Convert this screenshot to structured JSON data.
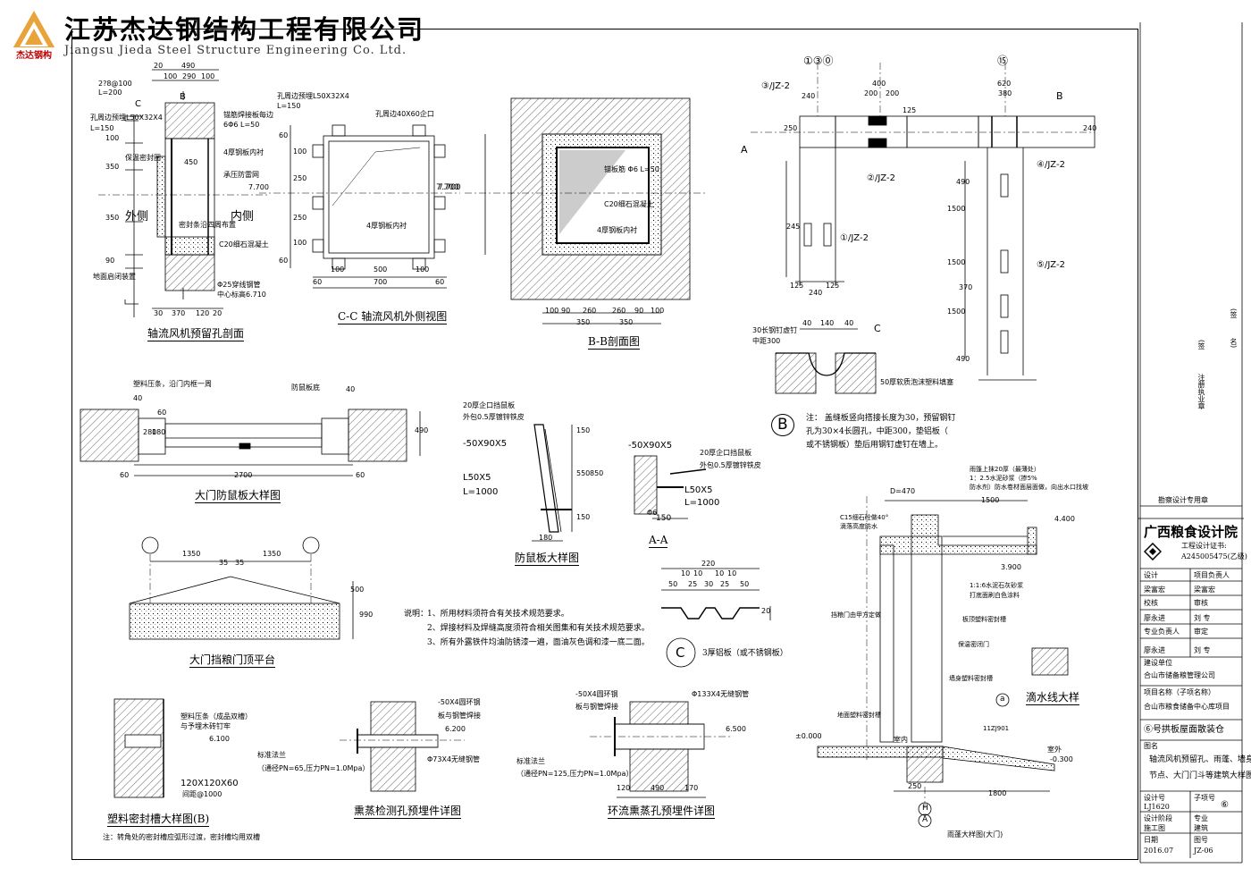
{
  "brand": {
    "name_cn": "江苏杰达钢结构工程有限公司",
    "name_en": "Jiangsu Jieda Steel Structure Engineering Co. Ltd.",
    "logo_caption": "杰达钢构",
    "logo_color": "#e8a33a",
    "accent_color": "#c00000"
  },
  "drawings": {
    "fan_section": {
      "title": "轴流风机预留孔剖面",
      "labels": [
        "2?8@100",
        "L=200",
        "孔周边预埋L50X32X4",
        "L=150",
        "锚筋焊接板每边",
        "6Φ6 L=50",
        "4厚钢板内衬",
        "承压防雷网",
        "保温密封圈",
        "密封条沿四周布置",
        "C20细石混凝土",
        "Φ25穿线钢管",
        "中心标高6.710",
        "地面启闭装置",
        "外侧",
        "内侧",
        "7.700",
        "B",
        "C"
      ],
      "dims": [
        "20",
        "490",
        "100",
        "290",
        "100",
        "450",
        "350",
        "350",
        "90",
        "100",
        "30",
        "370",
        "120",
        "20"
      ]
    },
    "fan_view": {
      "title": "C-C 轴流风机外侧视图",
      "labels": [
        "孔周边预埋L50X32X4",
        "L=150",
        "孔周边40X60企口",
        "4厚钢板内衬",
        "7.700"
      ],
      "dims": [
        "60",
        "100",
        "250",
        "250",
        "100",
        "60",
        "100",
        "500",
        "100",
        "60",
        "700",
        "60"
      ]
    },
    "bb_section": {
      "title": "B-B剖面图",
      "labels": [
        "锚板筋 Φ6 L=50",
        "C20细石混凝土",
        "4厚钢板内衬",
        "7.700"
      ],
      "dims": [
        "100",
        "90",
        "260",
        "260",
        "90",
        "100",
        "350",
        "350"
      ]
    },
    "plan_detail": {
      "labels": [
        "①③⓪",
        "⑮",
        "B",
        "A",
        "③/JZ-2",
        "②/JZ-2",
        "①/JZ-2",
        "④/JZ-2",
        "⑤/JZ-2"
      ],
      "dims": [
        "240",
        "250",
        "400",
        "200",
        "200",
        "620",
        "240",
        "380",
        "125",
        "490",
        "245",
        "1500",
        "1500",
        "370",
        "1500",
        "490",
        "125",
        "240",
        "125"
      ]
    },
    "joint_detail": {
      "labels": [
        "30长钢钉虚钉",
        "中距300",
        "50厚软质泡沫塑料填塞",
        "C"
      ],
      "dims": [
        "40",
        "140",
        "40"
      ]
    },
    "note_b": {
      "symbol": "B",
      "lines": [
        "注： 盖缝板竖向搭接长度为30，预留钢钉",
        "孔为30×4长圆孔，中距300，垫铝板（",
        "或不锈钢板）垫后用钢钉虚钉在墙上。"
      ]
    },
    "rat_plate": {
      "title": "大门防鼠板大样图",
      "labels": [
        "塑料压条，沿门内框一周",
        "防鼠板底"
      ],
      "dims": [
        "40",
        "40",
        "280",
        "180",
        "60",
        "60",
        "60",
        "2700",
        "490"
      ]
    },
    "rat_plate_detail": {
      "title": "防鼠板大样图",
      "labels": [
        "20厚企口挡鼠板",
        "外包0.5厚镀锌铁皮",
        "-50X90X5",
        "L50X5",
        "L=1000",
        "150",
        "550",
        "850",
        "150",
        "180"
      ]
    },
    "section_aa": {
      "title": "A-A",
      "labels": [
        "-50X90X5",
        "20厚企口挡鼠板",
        "外包0.5厚镀锌铁皮",
        "L50X5",
        "L=1000",
        "Φ6",
        "150"
      ]
    },
    "platform": {
      "title": "大门挡粮门顶平台",
      "dims": [
        "1350",
        "35",
        "35",
        "1350",
        "500",
        "990"
      ]
    },
    "profile_c": {
      "symbol": "C",
      "caption": "3厚铝板（或不锈钢板）",
      "dims": [
        "220",
        "10",
        "10",
        "10",
        "10",
        "50",
        "25",
        "30",
        "25",
        "50",
        "20"
      ]
    },
    "notes": {
      "heading": "说明：",
      "lines": [
        "1、所用材料须符合有关技术规范要求。",
        "2、焊接材料及焊缝高度须符合相关图集和有关技术规范要求。",
        "3、所有外露铁件均油防锈漆一遍，面油灰色调和漆一底二面。"
      ]
    },
    "seal_groove": {
      "title": "塑料密封槽大样图(B)",
      "footnote": "注：转角处的密封槽应弧形过渡，密封槽均用双槽",
      "labels": [
        "塑料压条（成品双槽）",
        "与予埋木砖钉牢",
        "6.100",
        "120X120X60",
        "间距@1000"
      ]
    },
    "fumigation_test": {
      "title": "熏蒸检测孔预埋件详图",
      "labels": [
        "-50X4圆环钢",
        "板与钢管焊接",
        "6.200",
        "标准法兰",
        "（通径PN=65,压力PN=1.0Mpa）",
        "Φ73X4无缝钢管"
      ]
    },
    "circulation": {
      "title": "环流熏蒸孔预埋件详图",
      "labels": [
        "-50X4圆环钢",
        "板与钢管焊接",
        "Φ133X4无缝钢管",
        "6.500",
        "标准法兰",
        "（通径PN=125,压力PN=1.0Mpa）",
        "120",
        "490",
        "170"
      ]
    },
    "canopy": {
      "title": "雨蓬大样图(大门)",
      "labels": [
        "雨篷上抹20厚（最薄处）",
        "1：2.5水泥砂浆（掺5%",
        "防水剂）防水卷材面层面做，向出水口找坡",
        "D=470",
        "1500",
        "4.400",
        "3.900",
        "C15细石砼做40°",
        "滴落高度防水",
        "1:1:6水泥石灰砂浆",
        "打底面刷白色涂料",
        "板顶塑料密封槽",
        "挡粮门由甲方定做",
        "保温密闭门",
        "墙身塑料密封槽",
        "地面塑料密封槽",
        "±0.000",
        "室内",
        "室外",
        "-0.300",
        "11ZJ901",
        "250",
        "1800",
        "H",
        "A",
        "a"
      ],
      "drip_title": "滴水线大样"
    }
  },
  "title_block": {
    "stamp_label": "勘察设计专用章",
    "side_labels": [
      "注册执业章",
      "(签",
      "名)",
      "(签"
    ],
    "institute": "广西粮食设计院",
    "cert_label": "工程设计证书:",
    "cert_no": "A245005475(乙级)",
    "rows": [
      {
        "k": "设计",
        "v": "",
        "k2": "项目负责人",
        "v2": ""
      },
      {
        "k": "梁富宏",
        "v": "",
        "k2": "梁富宏",
        "v2": ""
      },
      {
        "k": "校核",
        "v": "",
        "k2": "审核",
        "v2": ""
      },
      {
        "k": "廖永进",
        "v": "",
        "k2": "刘  专",
        "v2": ""
      },
      {
        "k": "专业负责人",
        "v": "",
        "k2": "审定",
        "v2": ""
      },
      {
        "k": "廖永进",
        "v": "",
        "k2": "刘  专",
        "v2": ""
      }
    ],
    "client_label": "建设单位",
    "client": "合山市储备粮管理公司",
    "project_label": "项目名称（子项名称）",
    "project": "合山市粮食储备中心库项目",
    "subitem": "⑥号拱板屋面散装仓",
    "drawing_label": "图名",
    "drawing_name_lines": [
      "轴流风机预留孔、雨蓬、墙身",
      "节点、大门门斗等建筑大样图"
    ],
    "design_no_label": "设计号",
    "design_no": "LJ1620",
    "sub_no_label": "子项号",
    "sub_no": "⑥",
    "phase_label": "设计阶段",
    "phase": "施工图",
    "discipline_label": "专业",
    "discipline": "建筑",
    "date_label": "日期",
    "date": "2016.07",
    "sheet_label": "图号",
    "sheet": "JZ-06"
  }
}
